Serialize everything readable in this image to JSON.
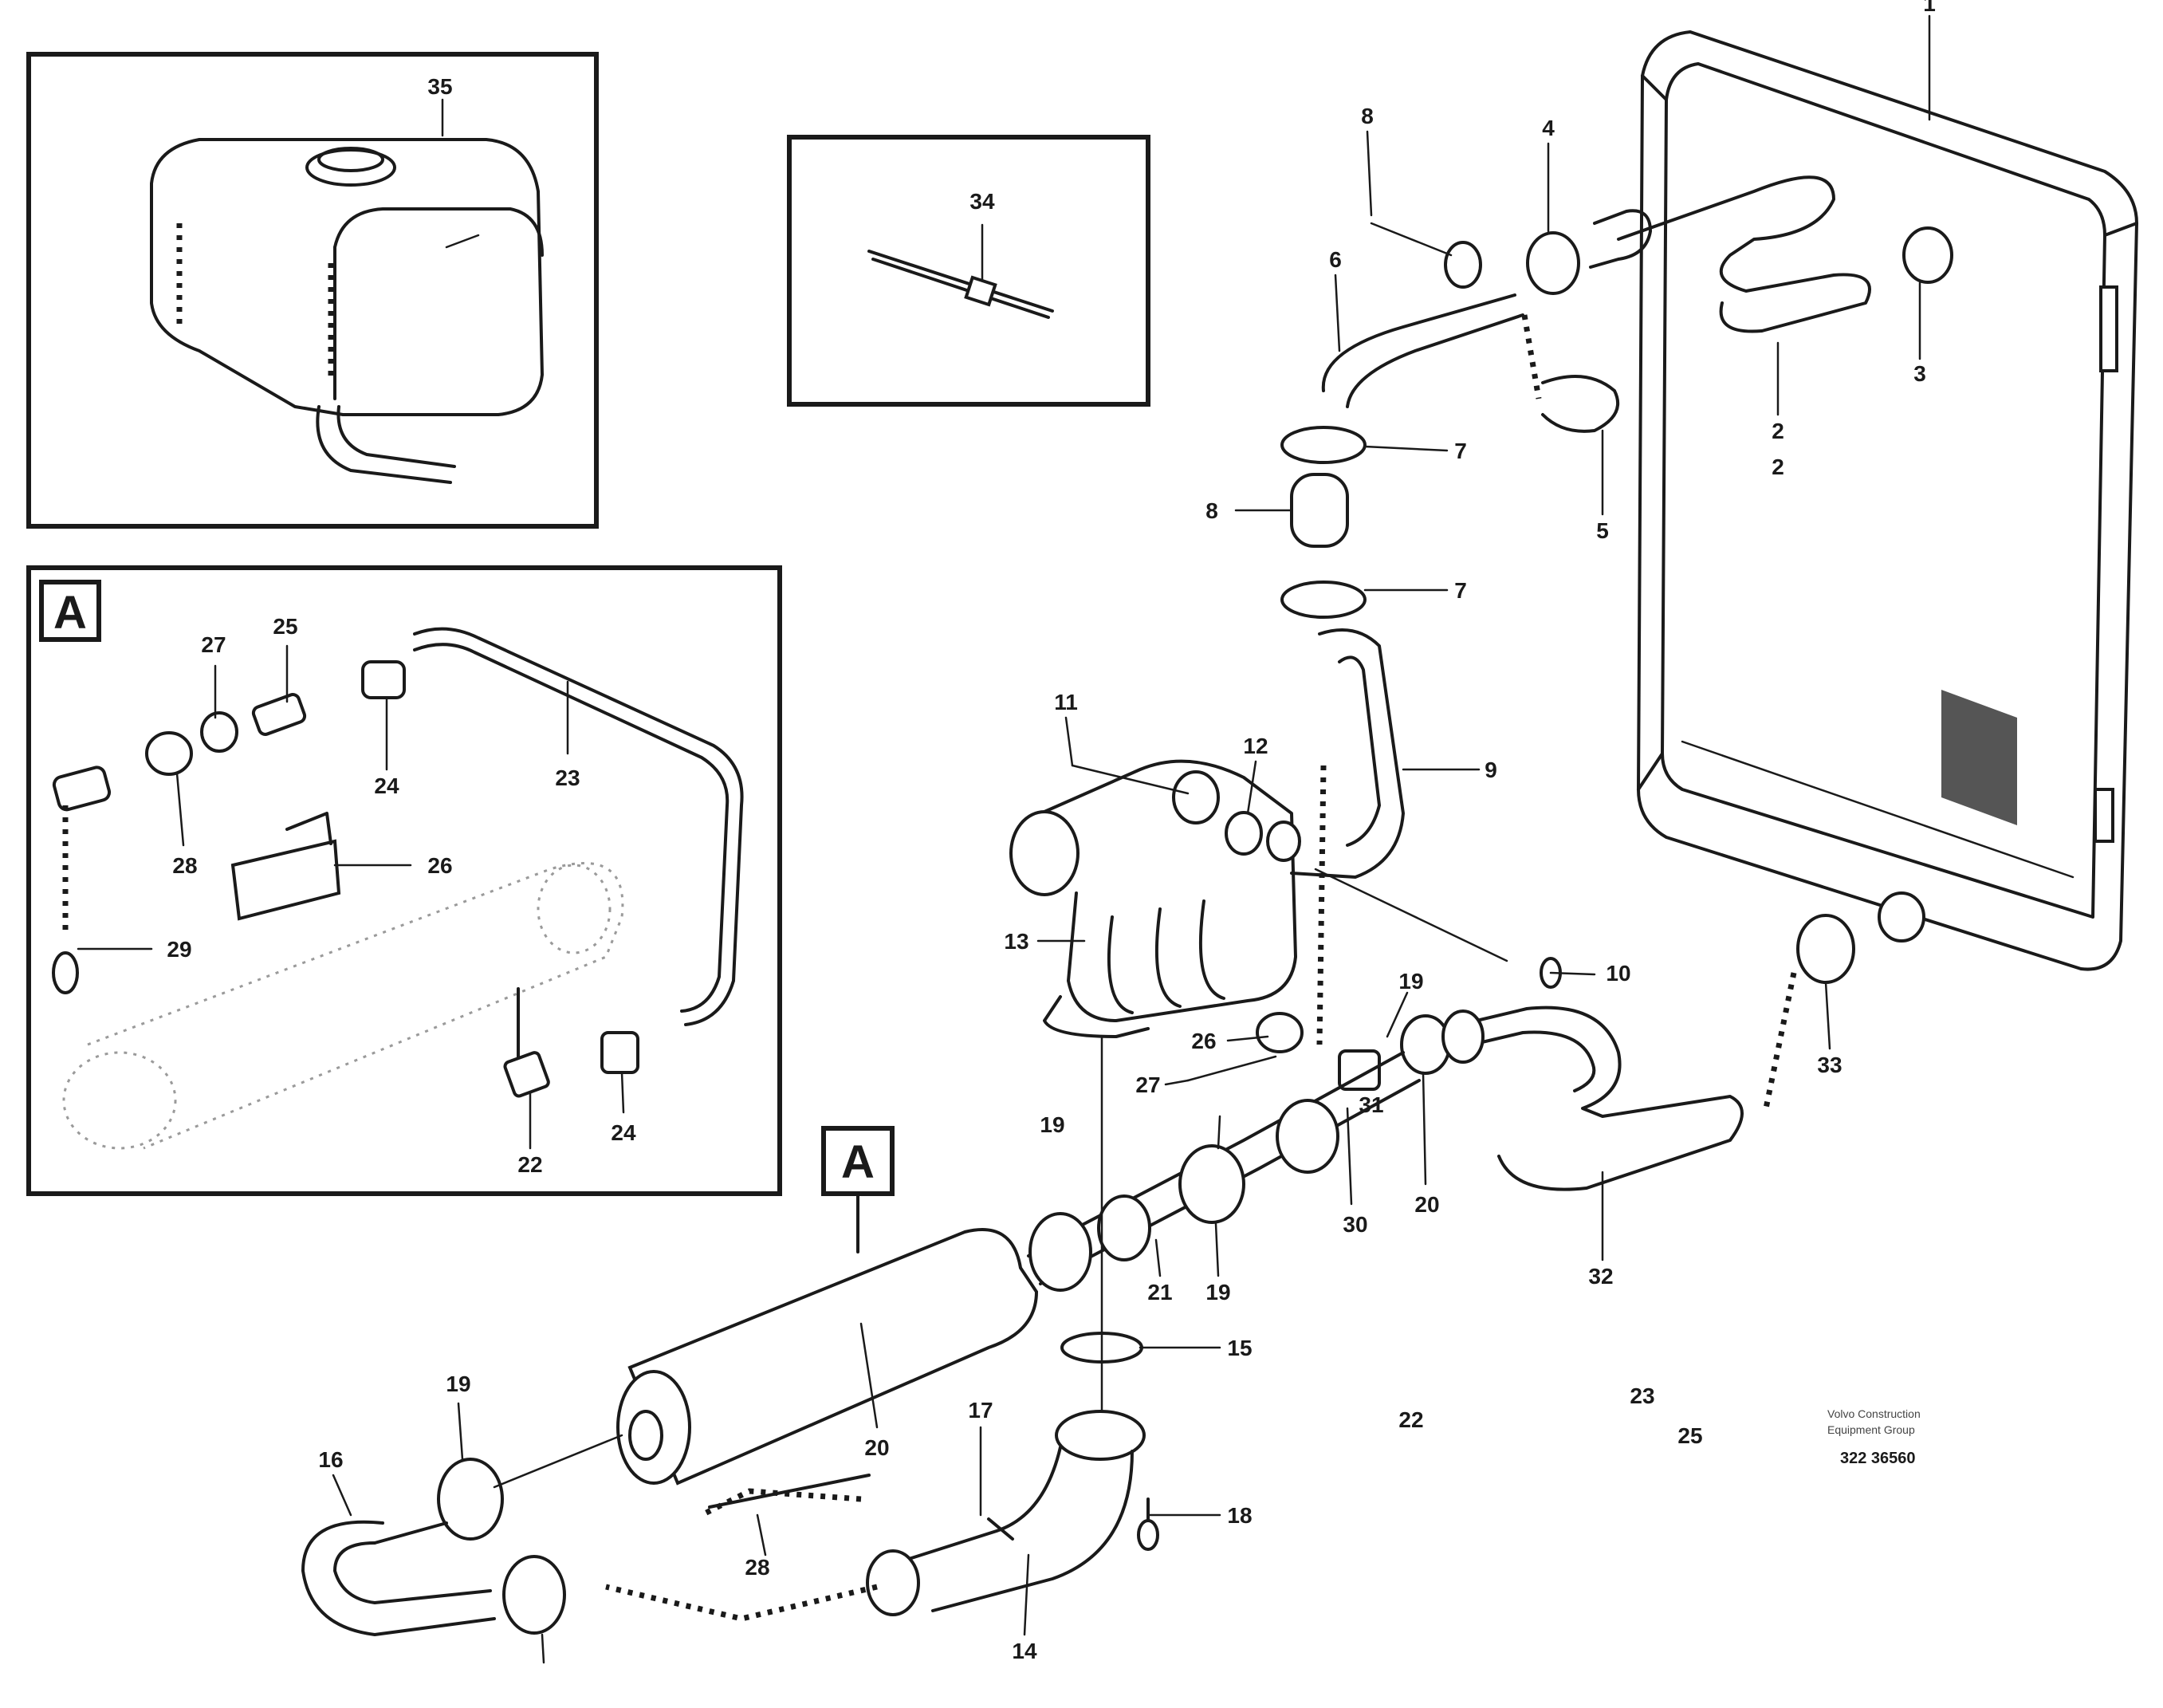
{
  "labels": {
    "l1": "1",
    "l2a": "2",
    "l2b": "2",
    "l3": "3",
    "l4": "4",
    "l5": "5",
    "l6": "6",
    "l7a": "7",
    "l7b": "7",
    "l8a": "8",
    "l8b": "8",
    "l9": "9",
    "l10": "10",
    "l11": "11",
    "l12": "12",
    "l13": "13",
    "l14": "14",
    "l15": "15",
    "l16": "16",
    "l17": "17",
    "l18": "18",
    "l19a": "19",
    "l19b": "19",
    "l19c": "19",
    "l19d": "19",
    "l20a": "20",
    "l20b": "20",
    "l21": "21",
    "l22a": "22",
    "l22b": "22",
    "l23a": "23",
    "l23b": "23",
    "l24a": "24",
    "l24b": "24",
    "l25a": "25",
    "l25b": "25",
    "l26a": "26",
    "l26b": "26",
    "l27a": "27",
    "l27b": "27",
    "l28a": "28",
    "l28b": "28",
    "l29": "29",
    "l30": "30",
    "l31": "31",
    "l32": "32",
    "l33": "33",
    "l34": "34",
    "l35": "35"
  },
  "tags": {
    "detail_a": "A",
    "marker_a": "A"
  },
  "footer": {
    "line1": "Volvo Construction",
    "line2": "Equipment Group",
    "drawing_code": "322 36560"
  }
}
